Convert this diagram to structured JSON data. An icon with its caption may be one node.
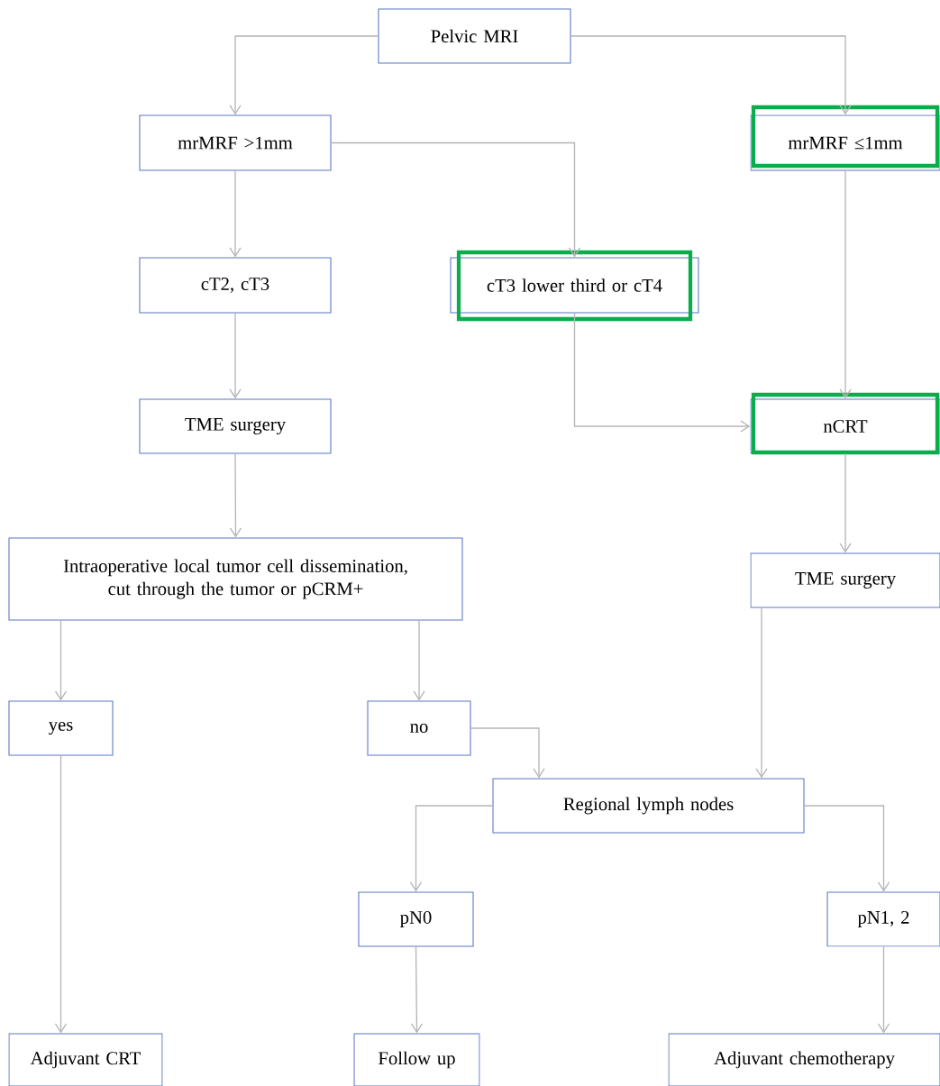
{
  "diagram": {
    "nodes": [
      {
        "text": [
          "Pelvic MRI"
        ]
      },
      {
        "text": [
          "mrMRF >1mm"
        ]
      },
      {
        "text": [
          "mrMRF ≤1mm"
        ]
      },
      {
        "text": [
          "cT2,  cT3"
        ]
      },
      {
        "text": [
          "cT3  lower third or cT4"
        ]
      },
      {
        "text": [
          "TME surgery"
        ]
      },
      {
        "text": [
          "nCRT"
        ]
      },
      {
        "text": [
          "Intraoperative local tumor cell dissemination, cut through the tumor or pCRM+"
        ]
      },
      {
        "text": [
          "TME surgery"
        ]
      },
      {
        "text": [
          "yes"
        ]
      },
      {
        "text": [
          "no"
        ]
      },
      {
        "text": [
          "Regional lymph nodes"
        ]
      },
      {
        "text": [
          "pN0"
        ]
      },
      {
        "text": [
          "pN1, 2"
        ]
      },
      {
        "text": [
          "Adjuvant CRT"
        ]
      },
      {
        "text": [
          "Follow up"
        ]
      },
      {
        "text": [
          "Adjuvant chemotherapy"
        ]
      }
    ],
    "edges": [
      {
        "from": 0,
        "to": 1,
        "arrow": "to"
      },
      {
        "from": 0,
        "to": 2,
        "arrow": "to"
      },
      {
        "from": 1,
        "to": 3,
        "arrow": "to"
      },
      {
        "from": 1,
        "to": 4,
        "arrow": "to"
      },
      {
        "from": 2,
        "to": 6,
        "arrow": "to"
      },
      {
        "from": 3,
        "to": 5,
        "arrow": "to"
      },
      {
        "from": 4,
        "to": 6,
        "arrow": "to"
      },
      {
        "from": 5,
        "to": 7,
        "arrow": "to"
      },
      {
        "from": 6,
        "to": 8,
        "arrow": "to"
      },
      {
        "from": 7,
        "to": 9,
        "arrow": "to"
      },
      {
        "from": 7,
        "to": 10,
        "arrow": "to"
      },
      {
        "from": 8,
        "to": 11,
        "arrow": "to"
      },
      {
        "from": 10,
        "to": 11,
        "arrow": "to"
      },
      {
        "from": 11,
        "to": 12,
        "arrow": "to"
      },
      {
        "from": 11,
        "to": 13,
        "arrow": "to"
      },
      {
        "from": 9,
        "to": 14,
        "arrow": "to"
      },
      {
        "from": 12,
        "to": 15,
        "arrow": "to"
      },
      {
        "from": 13,
        "to": 16,
        "arrow": "to"
      }
    ]
  }
}
